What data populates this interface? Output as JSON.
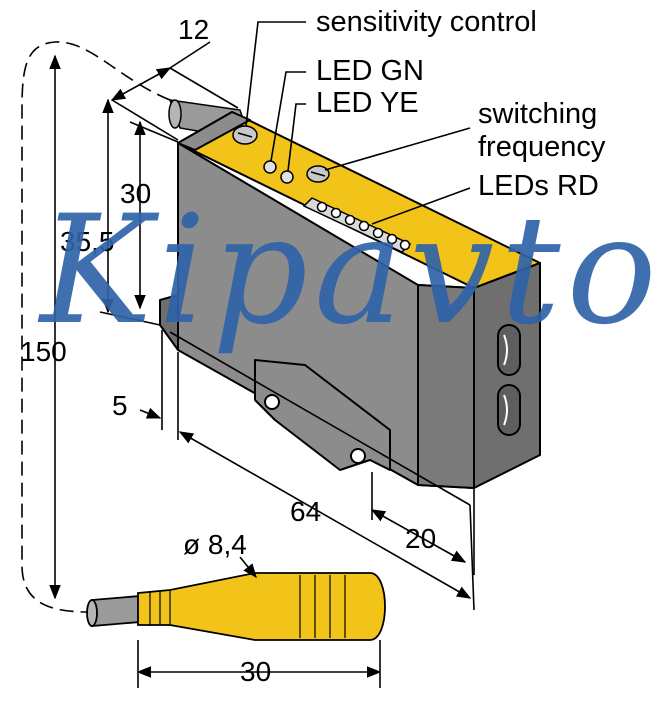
{
  "callouts": {
    "sensitivity_control": "sensitivity control",
    "led_gn": "LED GN",
    "led_ye": "LED YE",
    "switching_frequency_line1": "switching",
    "switching_frequency_line2": "frequency",
    "leds_rd": "LEDs RD"
  },
  "dimensions": {
    "top_width": "12",
    "height_30": "30",
    "height_35_5": "35,5",
    "cable_length": "150",
    "foot": "5",
    "length": "64",
    "depth": "20",
    "diameter": "ø 8,4",
    "connector_length": "30"
  },
  "watermark": "Kipavto",
  "colors": {
    "housing": "#8c8c8c",
    "housing_dark": "#6f6f6f",
    "top_panel": "#f2c318",
    "connector": "#f2c318",
    "cable": "#9a9a9a",
    "watermark": "#2f63a8"
  }
}
